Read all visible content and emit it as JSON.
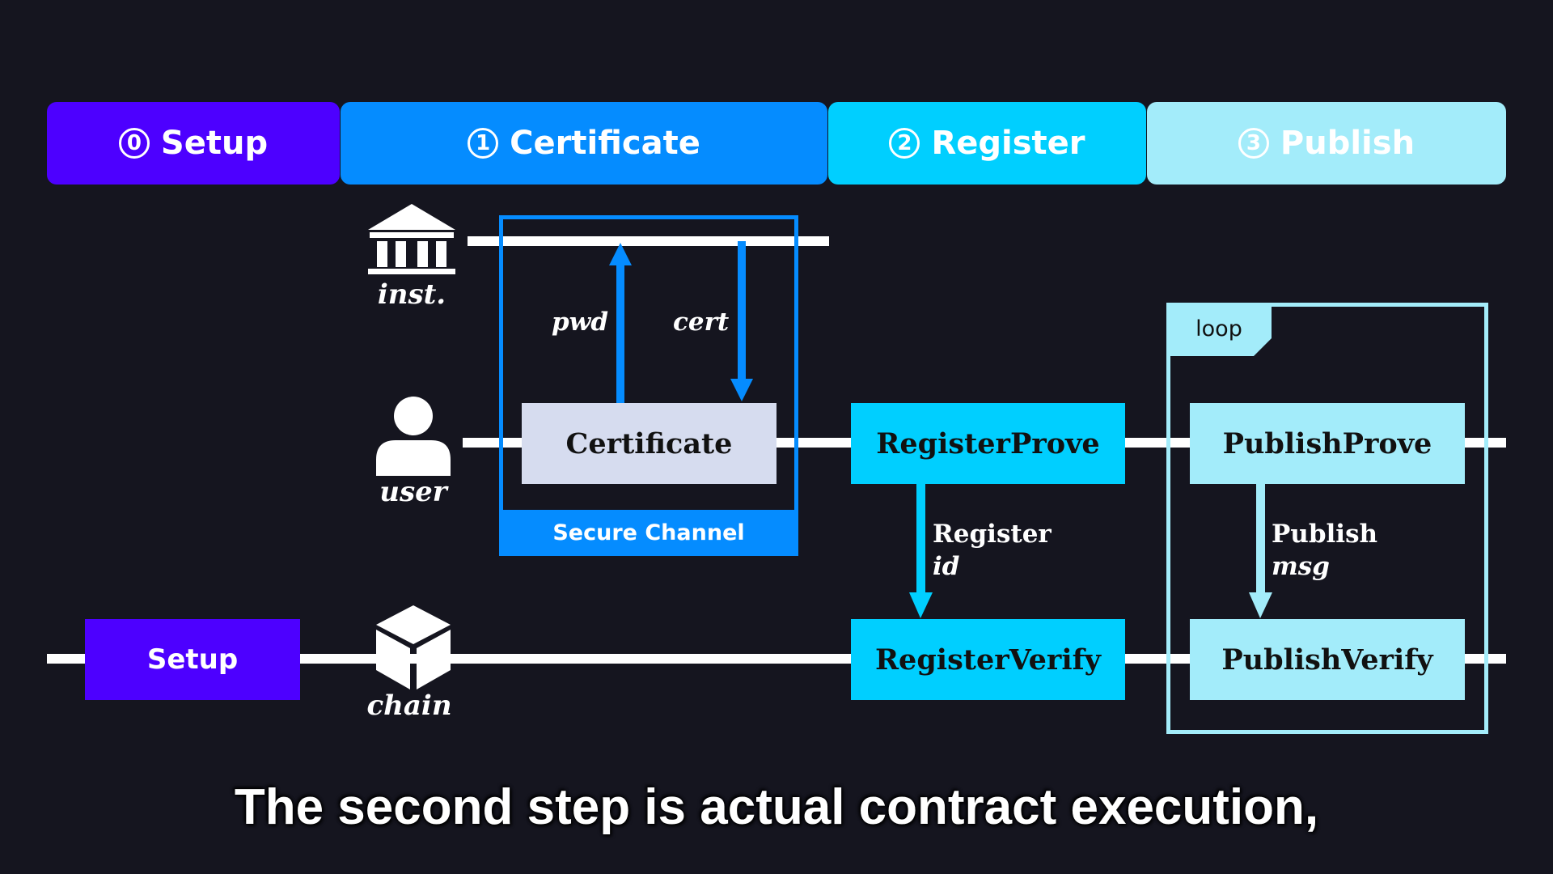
{
  "tabs": [
    {
      "num": "0",
      "label": "Setup",
      "color": "#4d00ff"
    },
    {
      "num": "1",
      "label": "Certificate",
      "color": "#058cff"
    },
    {
      "num": "2",
      "label": "Register",
      "color": "#00cfff"
    },
    {
      "num": "3",
      "label": "Publish",
      "color": "#a3ecfa"
    }
  ],
  "actors": {
    "inst": {
      "label": "inst.",
      "icon": "institution-icon"
    },
    "user": {
      "label": "user",
      "icon": "person-icon"
    },
    "chain": {
      "label": "chain",
      "icon": "cube-icon"
    }
  },
  "boxes": {
    "setup": "Setup",
    "certificate": "Certificate",
    "register_prove": "RegisterProve",
    "register_verify": "RegisterVerify",
    "publish_prove": "PublishProve",
    "publish_verify": "PublishVerify"
  },
  "messages": {
    "pwd": "pwd",
    "cert": "cert",
    "register_line1": "Register",
    "register_line2": "id",
    "publish_line1": "Publish",
    "publish_line2": "msg"
  },
  "frames": {
    "secure_channel": "Secure Channel",
    "loop": "loop"
  },
  "colors": {
    "background": "#15151f",
    "setup": "#4d00ff",
    "certificate": "#058cff",
    "certificate_box": "#d6dcef",
    "register": "#00cfff",
    "publish": "#a3ecfa"
  },
  "subtitle": "The second step is actual contract execution,"
}
